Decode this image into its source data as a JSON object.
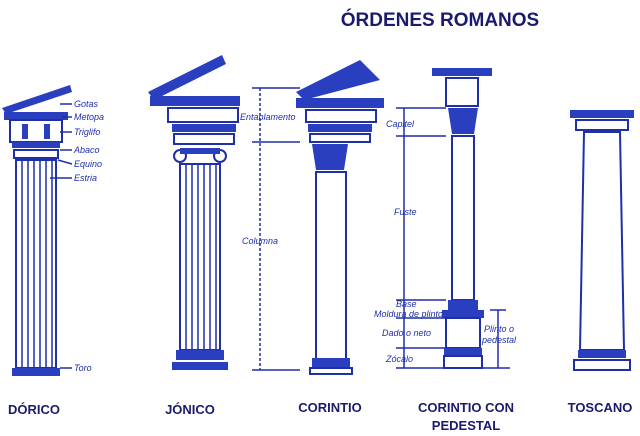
{
  "title": "ÓRDENES ROMANOS",
  "orders": [
    {
      "name": "DÓRICO"
    },
    {
      "name": "JÓNICO"
    },
    {
      "name": "CORINTIO"
    },
    {
      "name_line1": "CORINTIO CON",
      "name_line2": "PEDESTAL"
    },
    {
      "name": "TOSCANO"
    }
  ],
  "doric_labels": [
    "Gotas",
    "Metopa",
    "Triglifo",
    "Abaco",
    "Equino",
    "Estria",
    "Toro"
  ],
  "dimension_labels": {
    "entablamento": "Entablamento",
    "columna": "Columna"
  },
  "pedestal_labels": [
    "Capitel",
    "Fuste",
    "Base",
    "Moldura de plinto",
    "Dado o neto",
    "Zócalo",
    "Plinto o",
    "pedestal"
  ],
  "colors": {
    "ink": "#1f2fa8",
    "title": "#1a1a6e",
    "background": "#ffffff"
  }
}
